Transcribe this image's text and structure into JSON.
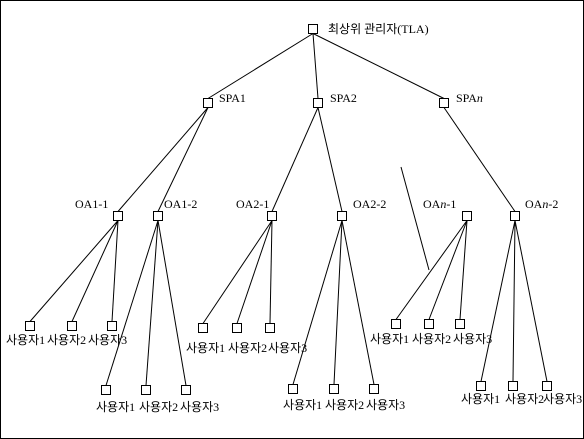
{
  "diagram": {
    "root": {
      "label": "최상위 관리자(TLA)"
    },
    "spa": [
      {
        "label": "SPA1",
        "prefix": "SPA",
        "num": "1"
      },
      {
        "label": "SPA2",
        "prefix": "SPA",
        "num": "2"
      },
      {
        "label": "SPAn",
        "prefix": "SPA",
        "num": "n"
      }
    ],
    "oa": [
      {
        "label": "OA1-1",
        "prefix": "OA",
        "num": "1",
        "suffix": "-1"
      },
      {
        "label": "OA1-2",
        "prefix": "OA",
        "num": "1",
        "suffix": "-2"
      },
      {
        "label": "OA2-1",
        "prefix": "OA",
        "num": "2",
        "suffix": "-1"
      },
      {
        "label": "OA2-2",
        "prefix": "OA",
        "num": "2",
        "suffix": "-2"
      },
      {
        "label": "OAn-1",
        "prefix": "OA",
        "num": "n",
        "suffix": "-1"
      },
      {
        "label": "OAn-2",
        "prefix": "OA",
        "num": "n",
        "suffix": "-2"
      }
    ],
    "users": [
      [
        "사용자1",
        "사용자2",
        "사용자3"
      ],
      [
        "사용자1",
        "사용자2",
        "사용자3"
      ],
      [
        "사용자1",
        "사용자2",
        "사용자3"
      ],
      [
        "사용자1",
        "사용자2",
        "사용자3"
      ],
      [
        "사용자1",
        "사용자2",
        "사용자3"
      ],
      [
        "사용자1",
        "사용자2",
        "사용자3"
      ]
    ]
  }
}
